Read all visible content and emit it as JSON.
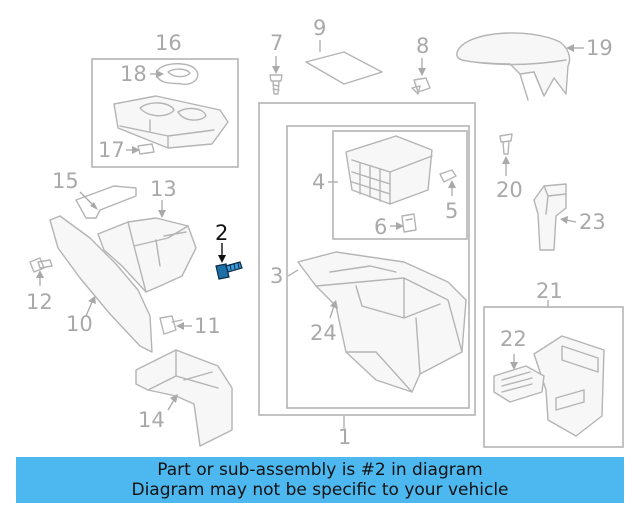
{
  "diagram": {
    "highlighted_part": "2",
    "callouts": [
      "1",
      "2",
      "3",
      "4",
      "5",
      "6",
      "7",
      "8",
      "9",
      "10",
      "11",
      "12",
      "13",
      "14",
      "15",
      "16",
      "17",
      "18",
      "19",
      "20",
      "21",
      "22",
      "23",
      "24"
    ]
  },
  "banner": {
    "line1": "Part or sub-assembly is #2 in diagram",
    "line2": "Diagram may not be specific to your vehicle",
    "background": "#4db8f0"
  }
}
